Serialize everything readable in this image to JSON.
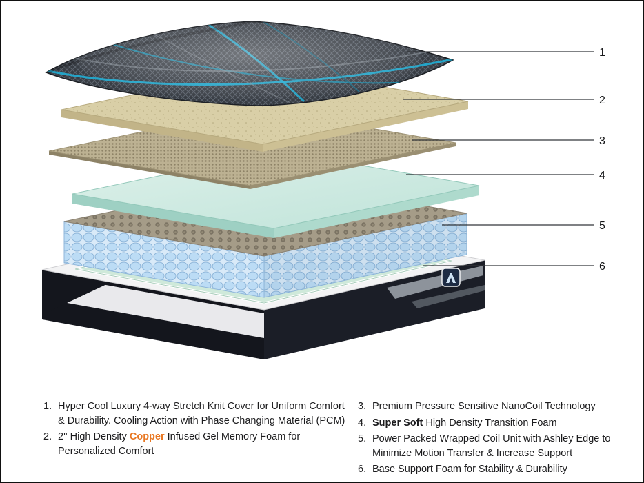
{
  "figure": {
    "callouts": [
      {
        "label": "1"
      },
      {
        "label": "2"
      },
      {
        "label": "3"
      },
      {
        "label": "4"
      },
      {
        "label": "5"
      },
      {
        "label": "6"
      }
    ],
    "colors": {
      "copper_highlight": "#e87722",
      "cover_fabric_dark": "#3a3e45",
      "cover_accent_blue": "#21aed4",
      "memory_foam_tan": "#d9cfa7",
      "nanocoil_khaki": "#bcb192",
      "transition_foam_teal": "#cfe9e2",
      "coil_blue": "#bcdcf5",
      "base_shell_dark": "#14161d",
      "base_interior_mint": "#cfe9da"
    },
    "brand_logo_icon": "ashley-mark"
  },
  "legend": {
    "left": [
      {
        "num": "1.",
        "text": "Hyper Cool Luxury 4-way Stretch Knit Cover for Uniform Comfort & Durability. Cooling Action with Phase Changing Material (PCM)"
      },
      {
        "num": "2.",
        "prefix": "2'' High Density ",
        "highlight": "Copper",
        "suffix": " Infused Gel Memory Foam for Personalized Comfort"
      }
    ],
    "right": [
      {
        "num": "3.",
        "text": "Premium Pressure Sensitive NanoCoil Technology"
      },
      {
        "num": "4.",
        "bold": "Super Soft",
        "suffix": " High Density Transition Foam"
      },
      {
        "num": "5.",
        "text": "Power Packed Wrapped Coil Unit with Ashley Edge to Minimize Motion Transfer & Increase Support"
      },
      {
        "num": "6.",
        "text": "Base Support Foam for Stability & Durability"
      }
    ]
  }
}
